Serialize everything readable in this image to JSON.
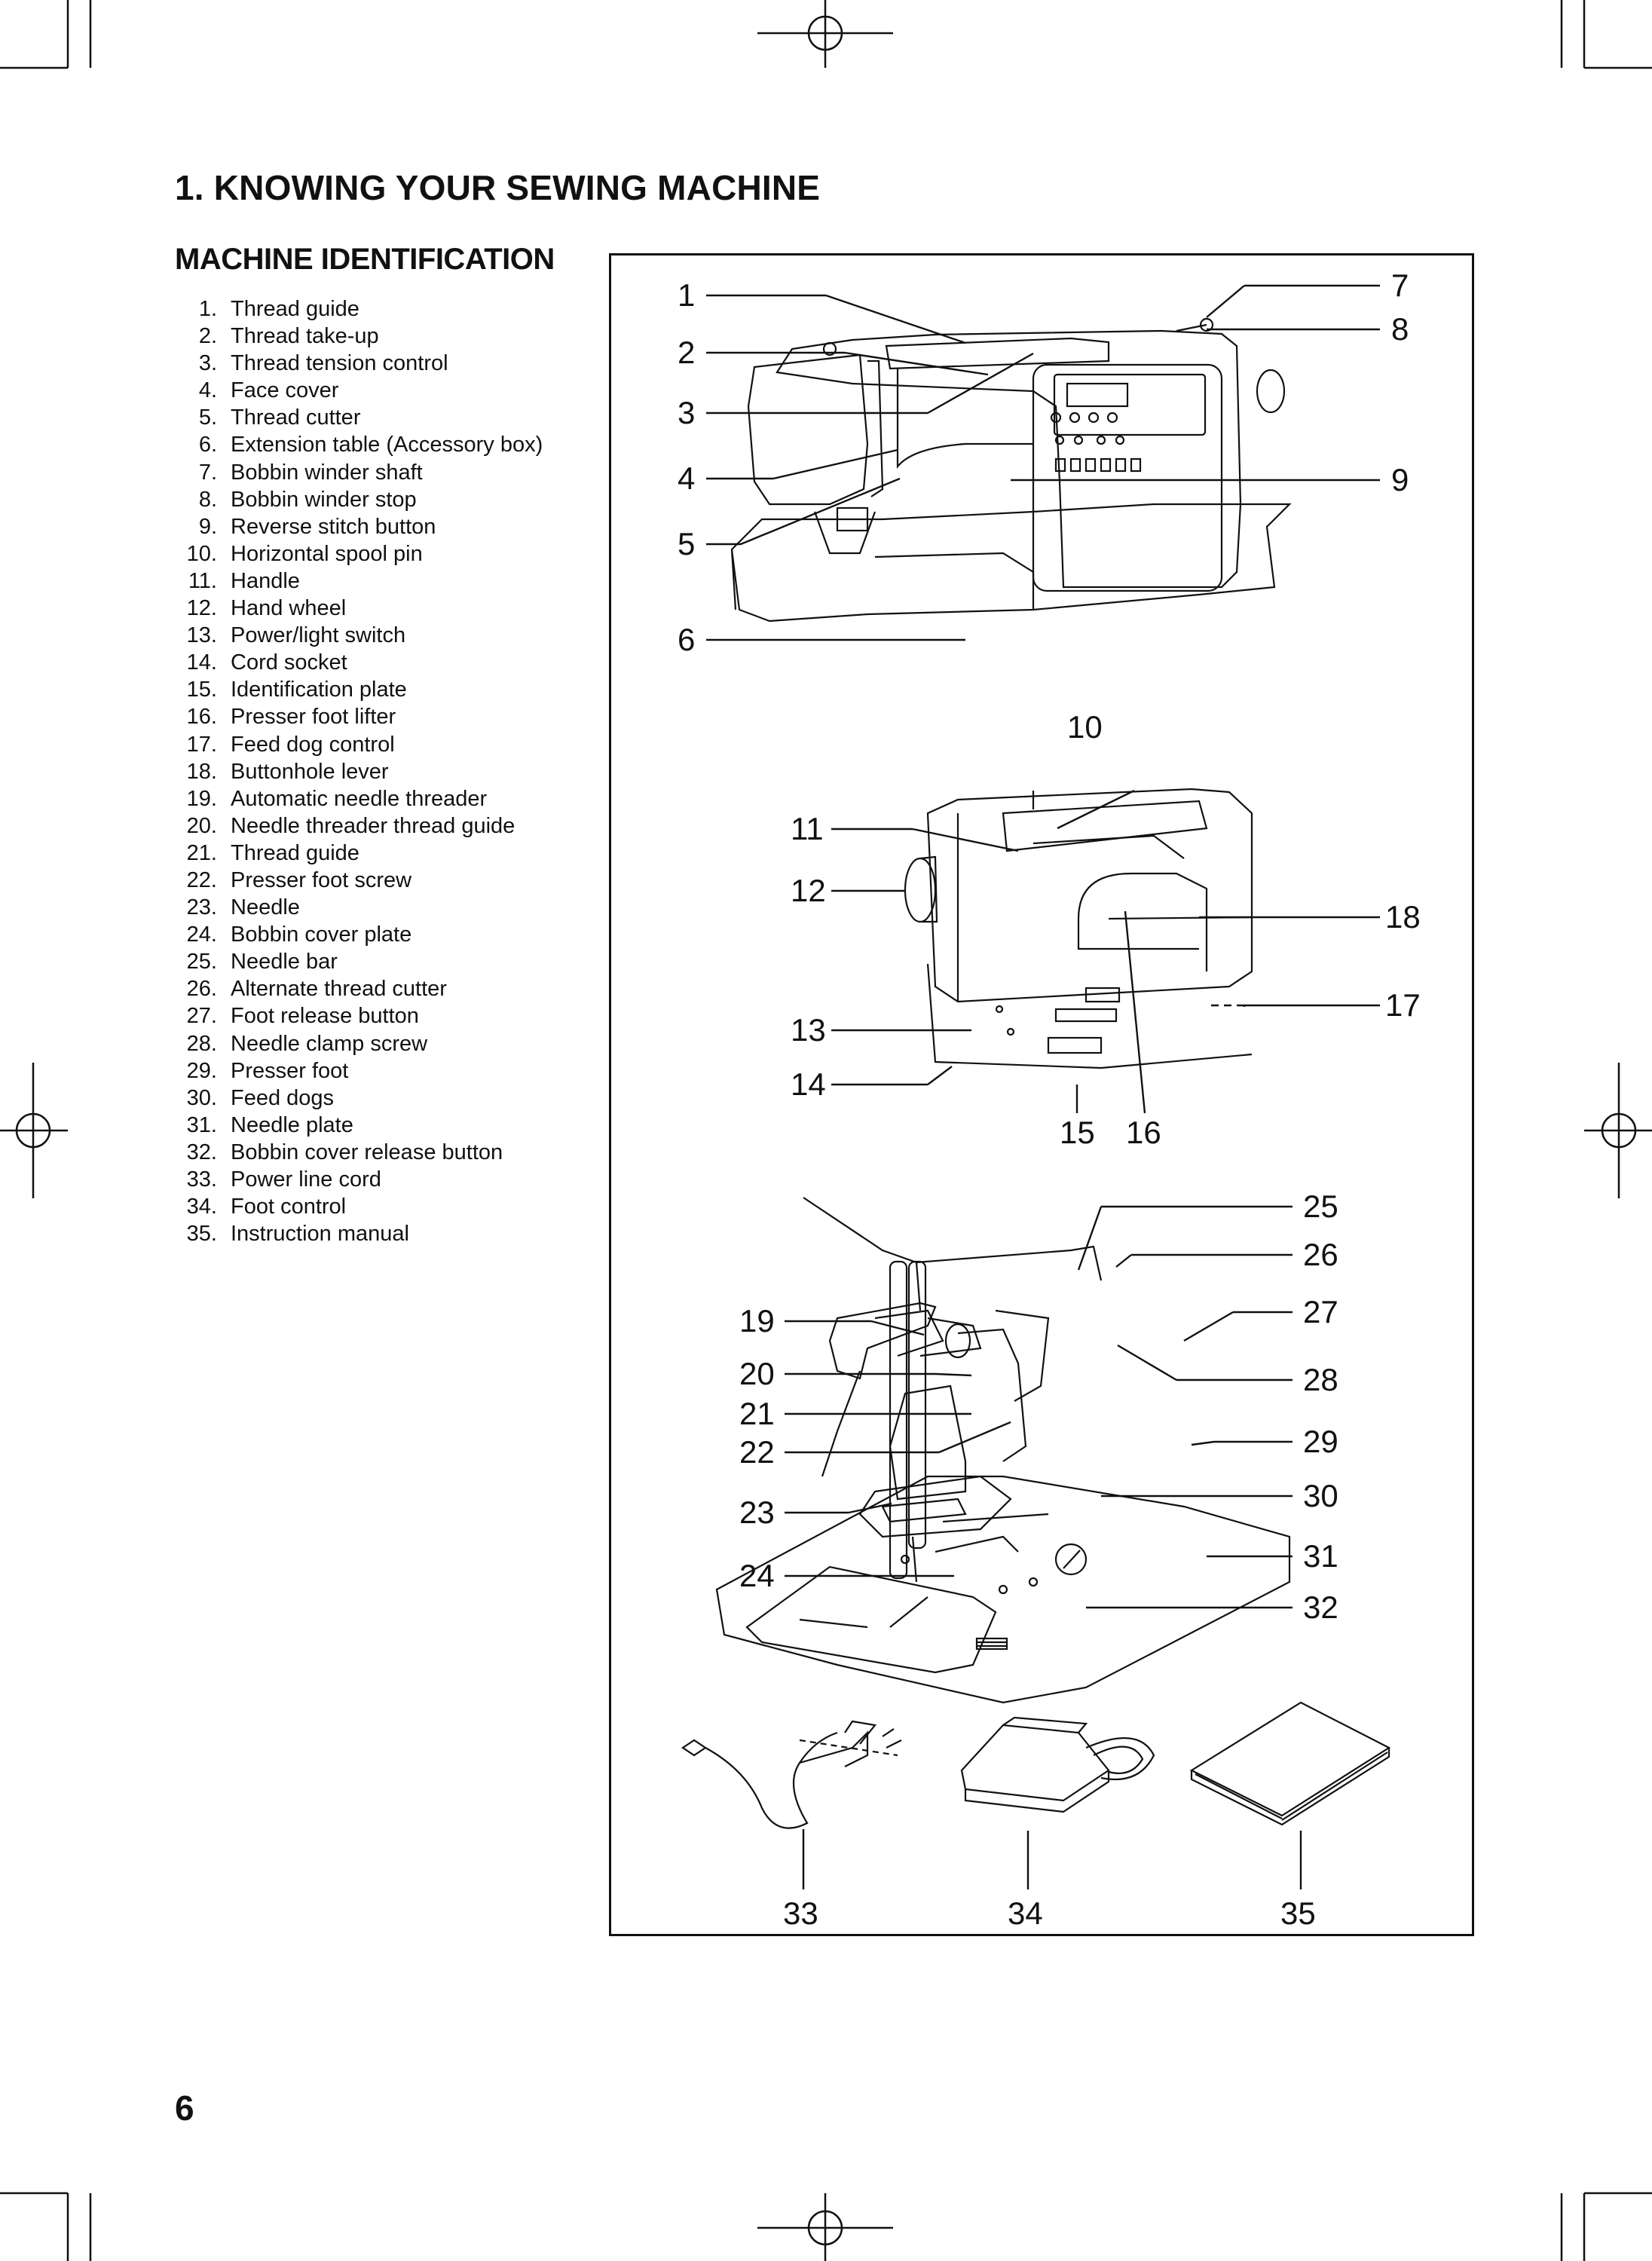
{
  "heading": "1. KNOWING YOUR SEWING MACHINE",
  "subheading": "MACHINE IDENTIFICATION",
  "parts": [
    {
      "num": "1.",
      "label": "Thread guide"
    },
    {
      "num": "2.",
      "label": "Thread take-up"
    },
    {
      "num": "3.",
      "label": "Thread tension control"
    },
    {
      "num": "4.",
      "label": "Face cover"
    },
    {
      "num": "5.",
      "label": "Thread cutter"
    },
    {
      "num": "6.",
      "label": "Extension table (Accessory box)"
    },
    {
      "num": "7.",
      "label": "Bobbin winder shaft"
    },
    {
      "num": "8.",
      "label": "Bobbin winder stop"
    },
    {
      "num": "9.",
      "label": "Reverse stitch button"
    },
    {
      "num": "10.",
      "label": "Horizontal spool pin"
    },
    {
      "num": "11.",
      "label": "Handle"
    },
    {
      "num": "12.",
      "label": "Hand wheel"
    },
    {
      "num": "13.",
      "label": "Power/light switch"
    },
    {
      "num": "14.",
      "label": "Cord socket"
    },
    {
      "num": "15.",
      "label": "Identification plate"
    },
    {
      "num": "16.",
      "label": "Presser foot lifter"
    },
    {
      "num": "17.",
      "label": "Feed dog control"
    },
    {
      "num": "18.",
      "label": "Buttonhole lever"
    },
    {
      "num": "19.",
      "label": "Automatic needle threader"
    },
    {
      "num": "20.",
      "label": "Needle threader thread guide"
    },
    {
      "num": "21.",
      "label": "Thread guide"
    },
    {
      "num": "22.",
      "label": "Presser foot screw"
    },
    {
      "num": "23.",
      "label": "Needle"
    },
    {
      "num": "24.",
      "label": "Bobbin cover plate"
    },
    {
      "num": "25.",
      "label": "Needle bar"
    },
    {
      "num": "26.",
      "label": "Alternate thread cutter"
    },
    {
      "num": "27.",
      "label": "Foot release button"
    },
    {
      "num": "28.",
      "label": "Needle clamp screw"
    },
    {
      "num": "29.",
      "label": "Presser foot"
    },
    {
      "num": "30.",
      "label": "Feed dogs"
    },
    {
      "num": "31.",
      "label": "Needle plate"
    },
    {
      "num": "32.",
      "label": "Bobbin cover release button"
    },
    {
      "num": "33.",
      "label": "Power line cord"
    },
    {
      "num": "34.",
      "label": "Foot control"
    },
    {
      "num": "35.",
      "label": "Instruction manual"
    }
  ],
  "callouts": {
    "c1": "1",
    "c2": "2",
    "c3": "3",
    "c4": "4",
    "c5": "5",
    "c6": "6",
    "c7": "7",
    "c8": "8",
    "c9": "9",
    "c10": "10",
    "c11": "11",
    "c12": "12",
    "c13": "13",
    "c14": "14",
    "c15": "15",
    "c16": "16",
    "c17": "17",
    "c18": "18",
    "c19": "19",
    "c20": "20",
    "c21": "21",
    "c22": "22",
    "c23": "23",
    "c24": "24",
    "c25": "25",
    "c26": "26",
    "c27": "27",
    "c28": "28",
    "c29": "29",
    "c30": "30",
    "c31": "31",
    "c32": "32",
    "c33": "33",
    "c34": "34",
    "c35": "35"
  },
  "page_number": "6"
}
